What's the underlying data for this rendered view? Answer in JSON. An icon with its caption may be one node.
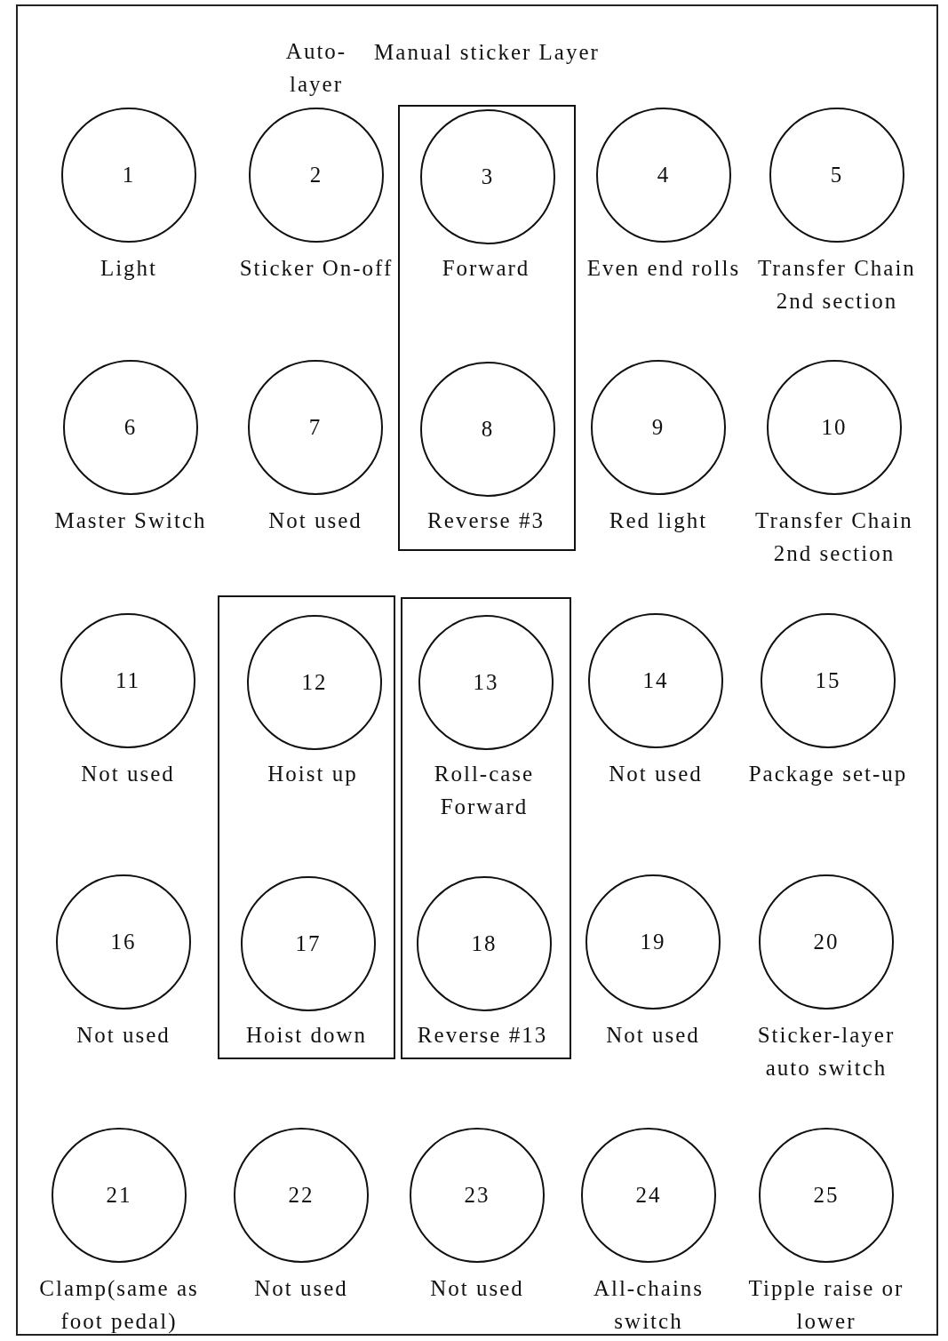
{
  "diagram": {
    "nodes": [
      {
        "text": [
          "1"
        ],
        "beside": [
          "Light"
        ]
      },
      {
        "text": [
          "2"
        ],
        "beside": [
          "Auto-layer",
          "Sticker On-off"
        ]
      },
      {
        "text": [
          "Manual sticker Layer"
        ]
      },
      {
        "text": [
          "3"
        ],
        "beside": [
          "Forward"
        ],
        "in": 2
      },
      {
        "text": [
          "4"
        ],
        "beside": [
          "Even end rolls"
        ]
      },
      {
        "text": [
          "5"
        ],
        "beside": [
          "Transfer Chain 2nd section"
        ]
      },
      {
        "text": [
          "6"
        ],
        "beside": [
          "Master Switch"
        ]
      },
      {
        "text": [
          "7"
        ],
        "beside": [
          "Not used"
        ]
      },
      {
        "text": [
          "8"
        ],
        "beside": [
          "Reverse #3"
        ],
        "in": 2
      },
      {
        "text": [
          "9"
        ],
        "beside": [
          "Red light"
        ]
      },
      {
        "text": [
          "10"
        ],
        "beside": [
          "Transfer Chain 2nd section"
        ]
      },
      {
        "text": [
          "11"
        ],
        "beside": [
          "Not used"
        ]
      },
      {
        "text": [],
        "shape": "box"
      },
      {
        "text": [
          "12"
        ],
        "beside": [
          "Hoist up"
        ],
        "in": 12
      },
      {
        "text": [],
        "shape": "box"
      },
      {
        "text": [
          "13"
        ],
        "beside": [
          "Roll-case Forward"
        ],
        "in": 14
      },
      {
        "text": [
          "14"
        ],
        "beside": [
          "Not used"
        ]
      },
      {
        "text": [
          "15"
        ],
        "beside": [
          "Package set-up"
        ]
      },
      {
        "text": [
          "16"
        ],
        "beside": [
          "Not used"
        ]
      },
      {
        "text": [
          "17"
        ],
        "beside": [
          "Hoist down"
        ],
        "in": 12
      },
      {
        "text": [
          "18"
        ],
        "beside": [
          "Reverse #13"
        ],
        "in": 14
      },
      {
        "text": [
          "19"
        ],
        "beside": [
          "Not used"
        ]
      },
      {
        "text": [
          "20"
        ],
        "beside": [
          "Sticker-layer auto switch"
        ]
      },
      {
        "text": [
          "21"
        ],
        "beside": [
          "Clamp(same as foot pedal)"
        ]
      },
      {
        "text": [
          "22"
        ],
        "beside": [
          "Not used"
        ]
      },
      {
        "text": [
          "23"
        ],
        "beside": [
          "Not used"
        ]
      },
      {
        "text": [
          "24"
        ],
        "beside": [
          "All-chains switch"
        ]
      },
      {
        "text": [
          "25"
        ],
        "beside": [
          "Tipple raise or lower"
        ]
      }
    ]
  }
}
